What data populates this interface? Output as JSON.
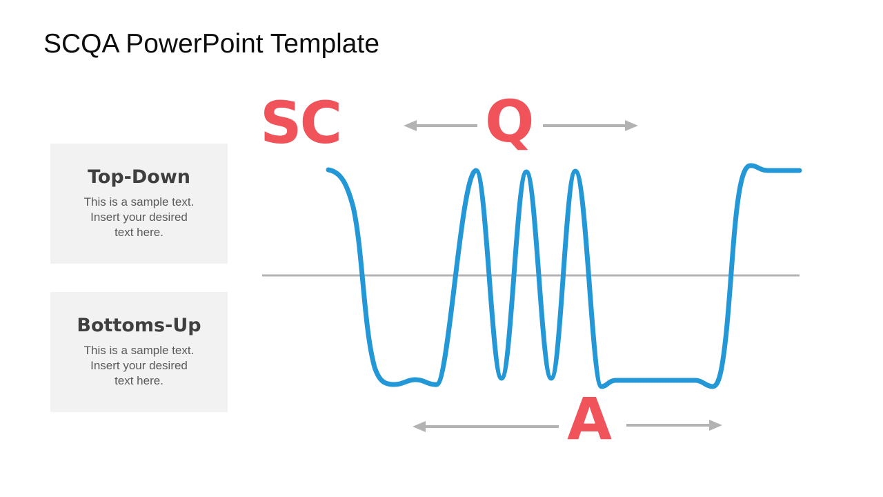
{
  "slide": {
    "title": "SCQA PowerPoint Template"
  },
  "cards": [
    {
      "heading": "Top-Down",
      "body_lines": [
        "This is a sample text.",
        "Insert your desired",
        "text here."
      ]
    },
    {
      "heading": "Bottoms-Up",
      "body_lines": [
        "This is a sample text.",
        "Insert your desired",
        "text here."
      ]
    }
  ],
  "diagram": {
    "labels": {
      "sc": "SC",
      "q": "Q",
      "a": "A"
    },
    "colors": {
      "accent_red": "#F0545A",
      "curve_blue": "#2498D6",
      "arrow_gray": "#B3B3B3",
      "card_bg": "#F2F2F2",
      "heading_text": "#3F3F3F",
      "body_text": "#595959",
      "title_text": "#0D0D0D"
    }
  }
}
